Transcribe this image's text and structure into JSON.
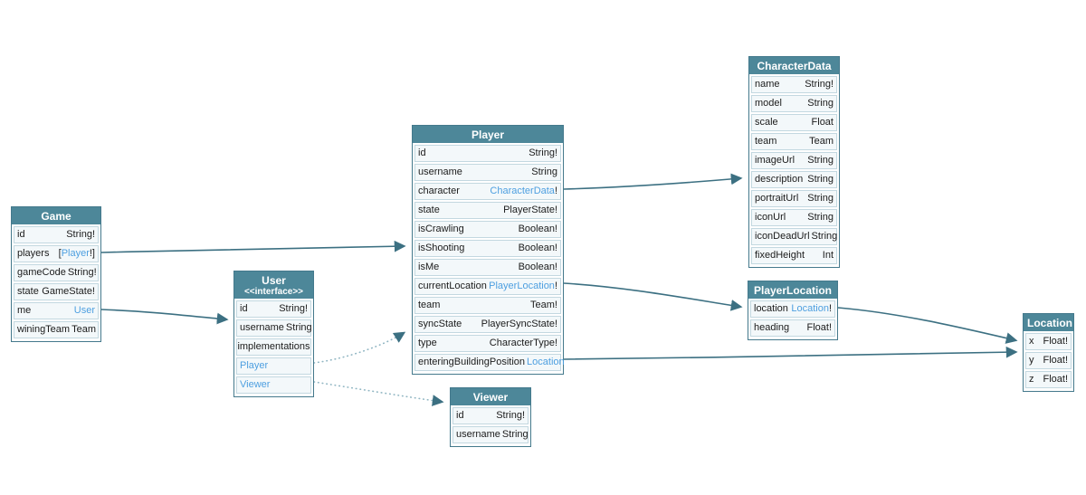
{
  "diagram": {
    "colors": {
      "header_bg": "#4d8799",
      "header_text": "#ffffff",
      "row_bg": "#f3f8fa",
      "row_border": "#c3d8e0",
      "entity_border": "#44798c",
      "link_text": "#4d9fe0",
      "edge_solid": "#3c7082",
      "edge_dotted": "#8fb5c2"
    },
    "entities": [
      {
        "id": "game",
        "title": "Game",
        "fields": [
          {
            "name": "id",
            "type": "String!"
          },
          {
            "name": "players",
            "type": "[Player!]",
            "link": "Player"
          },
          {
            "name": "gameCode",
            "type": "String!"
          },
          {
            "name": "state",
            "type": "GameState!"
          },
          {
            "name": "me",
            "type": "User",
            "link": "User"
          },
          {
            "name": "winingTeam",
            "type": "Team"
          }
        ]
      },
      {
        "id": "user",
        "title": "User",
        "stereotype": "<<interface>>",
        "fields": [
          {
            "name": "id",
            "type": "String!"
          },
          {
            "name": "username",
            "type": "String"
          },
          {
            "section": "implementations"
          },
          {
            "implementation": "Player"
          },
          {
            "implementation": "Viewer"
          }
        ]
      },
      {
        "id": "player",
        "title": "Player",
        "fields": [
          {
            "name": "id",
            "type": "String!"
          },
          {
            "name": "username",
            "type": "String"
          },
          {
            "name": "character",
            "type": "CharacterData!",
            "link": "CharacterData"
          },
          {
            "name": "state",
            "type": "PlayerState!"
          },
          {
            "name": "isCrawling",
            "type": "Boolean!"
          },
          {
            "name": "isShooting",
            "type": "Boolean!"
          },
          {
            "name": "isMe",
            "type": "Boolean!"
          },
          {
            "name": "currentLocation",
            "type": "PlayerLocation!",
            "link": "PlayerLocation"
          },
          {
            "name": "team",
            "type": "Team!"
          },
          {
            "name": "syncState",
            "type": "PlayerSyncState!"
          },
          {
            "name": "type",
            "type": "CharacterType!"
          },
          {
            "name": "enteringBuildingPosition",
            "type": "Location",
            "link": "Location"
          }
        ]
      },
      {
        "id": "viewer",
        "title": "Viewer",
        "fields": [
          {
            "name": "id",
            "type": "String!"
          },
          {
            "name": "username",
            "type": "String"
          }
        ]
      },
      {
        "id": "characterdata",
        "title": "CharacterData",
        "fields": [
          {
            "name": "name",
            "type": "String!"
          },
          {
            "name": "model",
            "type": "String"
          },
          {
            "name": "scale",
            "type": "Float"
          },
          {
            "name": "team",
            "type": "Team"
          },
          {
            "name": "imageUrl",
            "type": "String"
          },
          {
            "name": "description",
            "type": "String"
          },
          {
            "name": "portraitUrl",
            "type": "String"
          },
          {
            "name": "iconUrl",
            "type": "String"
          },
          {
            "name": "iconDeadUrl",
            "type": "String"
          },
          {
            "name": "fixedHeight",
            "type": "Int"
          }
        ]
      },
      {
        "id": "playerlocation",
        "title": "PlayerLocation",
        "fields": [
          {
            "name": "location",
            "type": "Location!",
            "link": "Location"
          },
          {
            "name": "heading",
            "type": "Float!"
          }
        ]
      },
      {
        "id": "location",
        "title": "Location",
        "fields": [
          {
            "name": "x",
            "type": "Float!"
          },
          {
            "name": "y",
            "type": "Float!"
          },
          {
            "name": "z",
            "type": "Float!"
          }
        ]
      }
    ],
    "relations": [
      {
        "from": "Game.players",
        "to": "Player",
        "style": "solid"
      },
      {
        "from": "Game.me",
        "to": "User",
        "style": "solid"
      },
      {
        "from": "Player.character",
        "to": "CharacterData",
        "style": "solid"
      },
      {
        "from": "Player.currentLocation",
        "to": "PlayerLocation",
        "style": "solid"
      },
      {
        "from": "Player.enteringBuildingPosition",
        "to": "Location",
        "style": "solid"
      },
      {
        "from": "PlayerLocation.location",
        "to": "Location",
        "style": "solid"
      },
      {
        "from": "User.Player",
        "to": "Player",
        "style": "dotted"
      },
      {
        "from": "User.Viewer",
        "to": "Viewer",
        "style": "dotted"
      }
    ]
  }
}
